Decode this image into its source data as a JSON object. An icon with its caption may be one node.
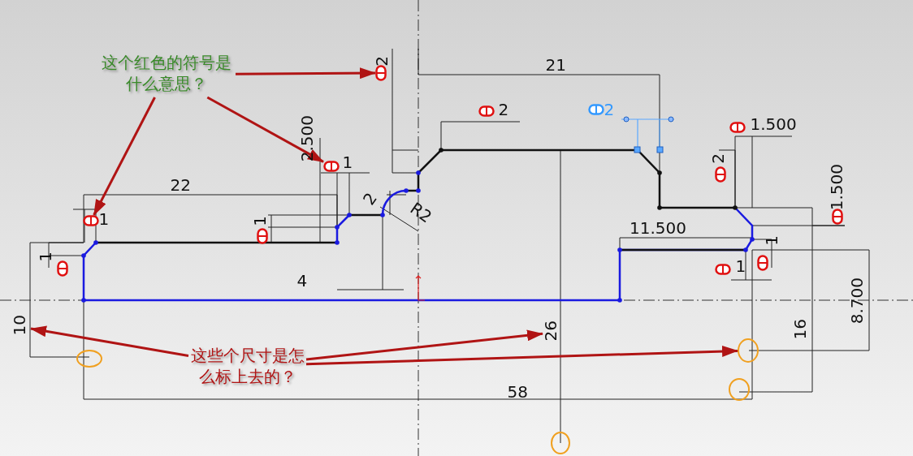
{
  "diagram": {
    "nodes": [
      {
        "text": [
          "这个红色的符号是什么意思？"
        ]
      },
      {
        "text": [],
        "shape": "picture"
      },
      {
        "text": [],
        "shape": "picture"
      },
      {
        "text": [],
        "shape": "picture"
      },
      {
        "text": [
          "10"
        ]
      },
      {
        "text": [
          "26"
        ]
      },
      {
        "text": [
          "这些个尺寸是怎么标上去的？"
        ]
      },
      {
        "text": [],
        "shape": "circle"
      },
      {
        "text": [],
        "shape": "circle"
      },
      {
        "text": [],
        "shape": "circle"
      },
      {
        "text": [],
        "shape": "circle"
      }
    ],
    "edges": [
      {
        "from": 0,
        "to": 1,
        "arrow": "to"
      },
      {
        "from": 0,
        "to": 2,
        "arrow": "to"
      },
      {
        "from": 0,
        "to": 3,
        "arrow": "to"
      },
      {
        "from": 6,
        "to": 4,
        "arrow": "to"
      },
      {
        "from": 6,
        "to": 5,
        "arrow": "to"
      },
      {
        "from": 6,
        "to": 10,
        "arrow": "to"
      }
    ],
    "labels": [
      "2",
      "21",
      "2",
      "2",
      "1.500",
      "2.500",
      "1",
      "2",
      "22",
      "1.500",
      "2",
      "R2",
      "1",
      "1",
      "11.500",
      "1",
      "1",
      "1",
      "4",
      "16",
      "8.700",
      "58"
    ]
  }
}
